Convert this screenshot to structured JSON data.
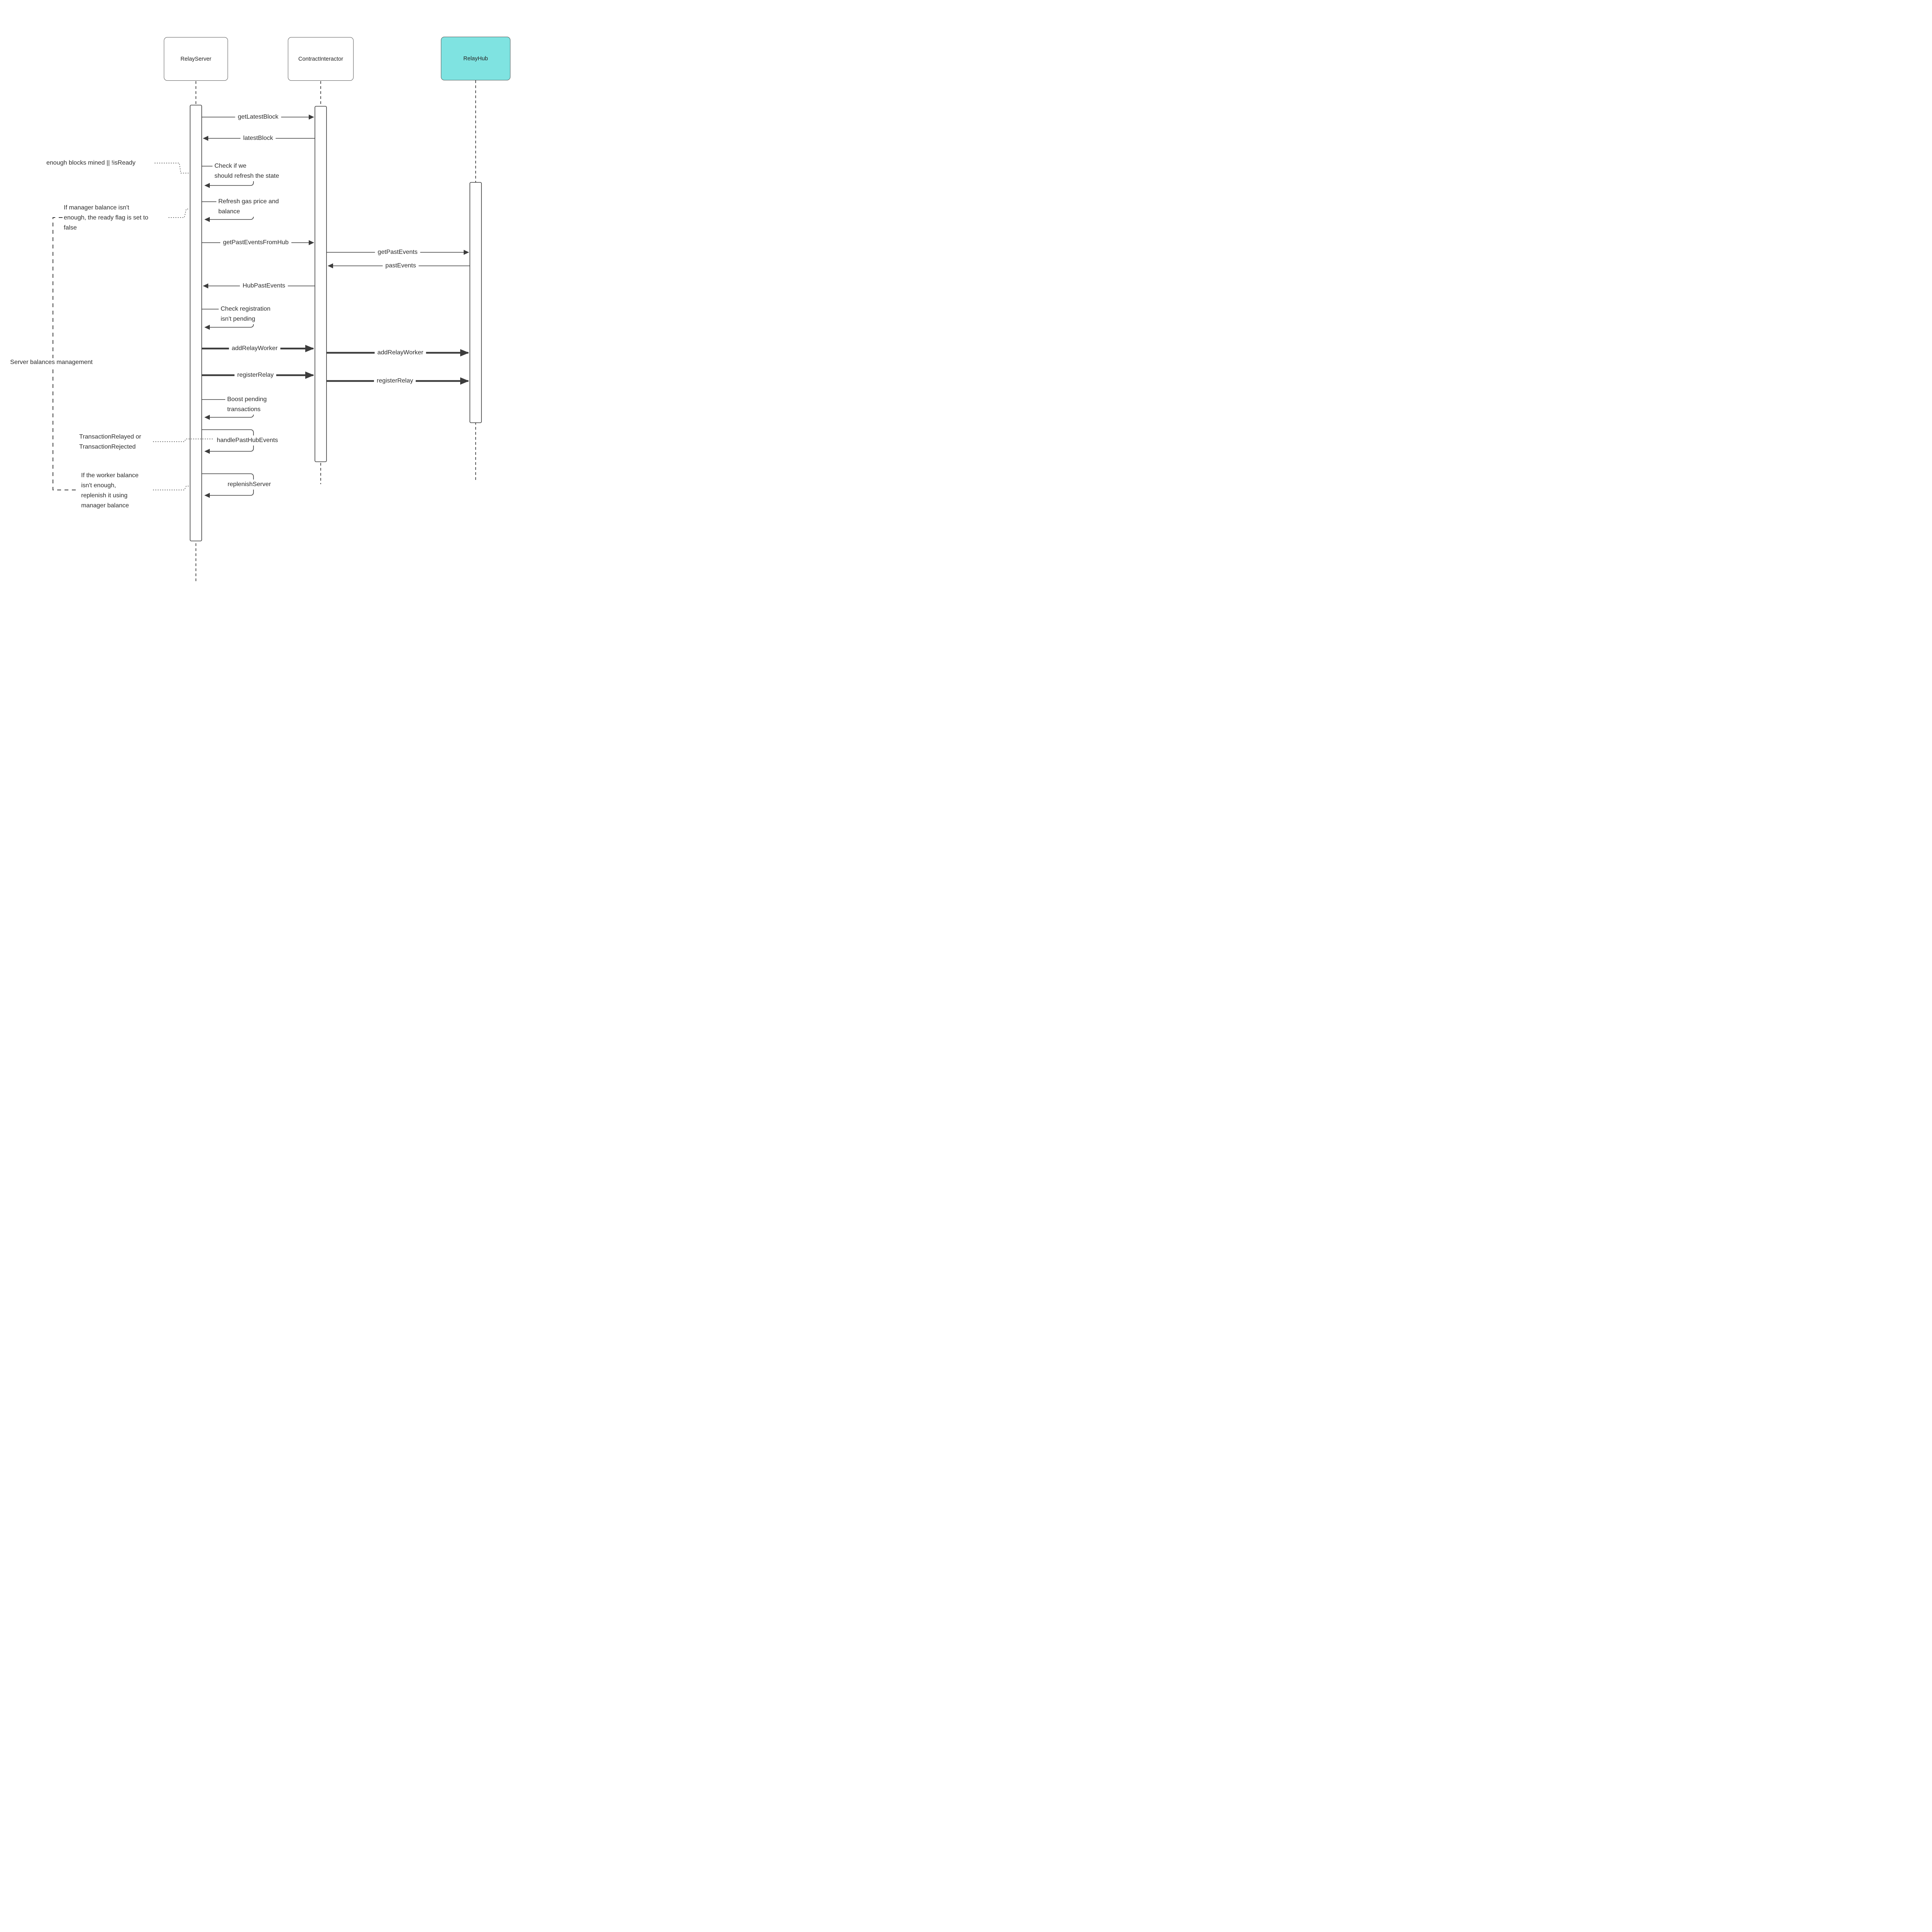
{
  "actors": [
    {
      "name": "RelayServer"
    },
    {
      "name": "ContractInteractor"
    },
    {
      "name": "RelayHub"
    }
  ],
  "colors": {
    "relayhub_fill": "#7fe3e1",
    "line": "#3c3c3c",
    "background": "#ffffff"
  },
  "messages": [
    {
      "label": "getLatestBlock"
    },
    {
      "label": "latestBlock"
    },
    {
      "label": "getPastEventsFromHub"
    },
    {
      "label": "getPastEvents"
    },
    {
      "label": "pastEvents"
    },
    {
      "label": "HubPastEvents"
    },
    {
      "label": "addRelayWorker"
    },
    {
      "label": "addRelayWorker"
    },
    {
      "label": "registerRelay"
    },
    {
      "label": "registerRelay"
    }
  ],
  "self_calls": [
    {
      "label": "Check if we\nshould refresh the state"
    },
    {
      "label": "Refresh gas price and\nbalance"
    },
    {
      "label": "Check registration\nisn't pending"
    },
    {
      "label": "Boost pending\ntransactions"
    },
    {
      "label": "handlePastHubEvents"
    },
    {
      "label": "replenishServer"
    }
  ],
  "annotations": [
    {
      "text": "enough blocks mined || !isReady"
    },
    {
      "text": "If manager balance isn't\nenough, the ready flag is set to\nfalse"
    },
    {
      "text": "TransactionRelayed or\nTransactionRejected"
    },
    {
      "text": "If the worker balance\nisn't enough,\nreplenish it using\nmanager balance"
    }
  ],
  "group_bracket": {
    "label": "Server balances management"
  }
}
